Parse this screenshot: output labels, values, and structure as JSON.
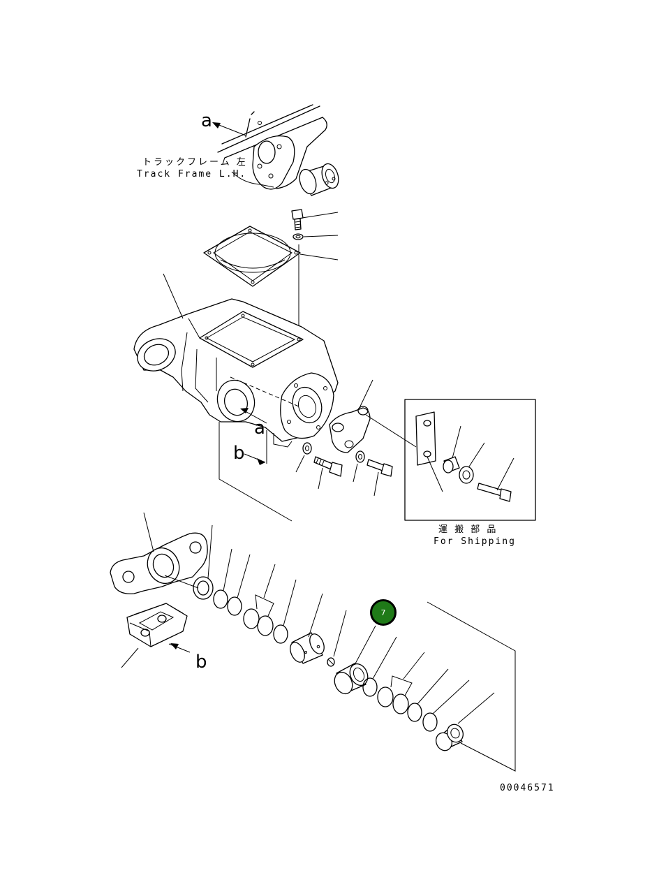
{
  "labels": {
    "track_frame_jp": "トラックフレーム 左",
    "track_frame_en": "Track Frame L.H.",
    "shipping_jp": "運 搬 部 品",
    "shipping_en": "For Shipping",
    "view_a_top": "a",
    "view_a_mid": "a",
    "view_b_mid": "b",
    "view_b_low": "b",
    "drawing_number": "00046571"
  },
  "callout": {
    "number": "7",
    "color": "#1f7a18"
  }
}
